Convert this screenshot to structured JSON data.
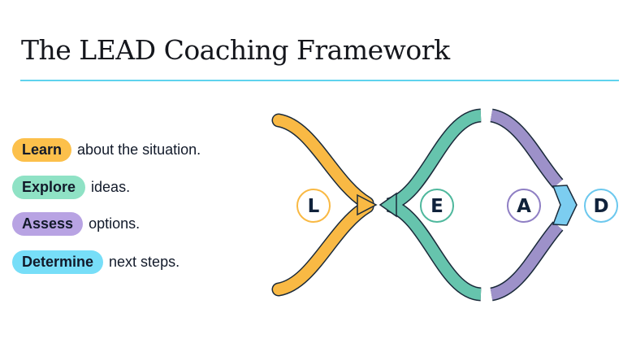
{
  "title": "The LEAD Coaching Framework",
  "steps": [
    {
      "key": "Learn",
      "text": "about the situation.",
      "color": "#fcc04b"
    },
    {
      "key": "Explore",
      "text": "ideas.",
      "color": "#8fe2c5"
    },
    {
      "key": "Assess",
      "text": "options.",
      "color": "#b8a3e3"
    },
    {
      "key": "Determine",
      "text": "next steps.",
      "color": "#77def8"
    }
  ],
  "diagram": {
    "letters": [
      "L",
      "E",
      "A",
      "D"
    ]
  }
}
